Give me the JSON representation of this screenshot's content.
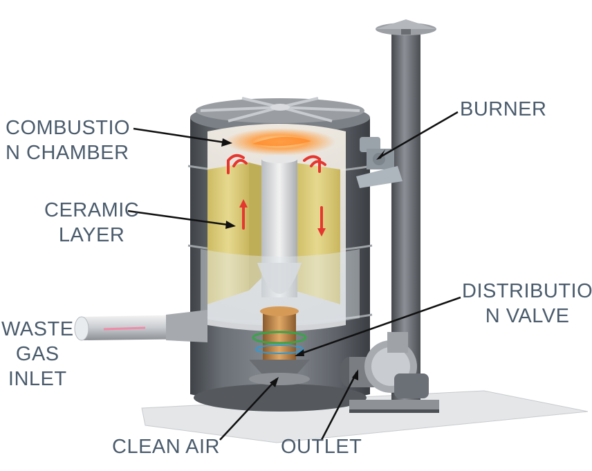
{
  "labels": {
    "combustion_chamber": [
      "COMBUSTIO",
      "N CHAMBER"
    ],
    "ceramic_layer": [
      "CERAMIC",
      "LAYER"
    ],
    "waste_gas_inlet": [
      "WASTE",
      "GAS",
      "INLET"
    ],
    "burner": [
      "BURNER"
    ],
    "distribution_valve": [
      "DISTRIBUTIO",
      "N VALVE"
    ],
    "clean_air": [
      "CLEAN AIR"
    ],
    "outlet": [
      "OUTLET"
    ]
  },
  "colors": {
    "label_text": "#4a5b6c",
    "leader_line": "#111111",
    "vessel_shell": "#5f6369",
    "ceramic": "#d9c978",
    "flow_arrow": "#e5362f",
    "valve": "#c98a4a"
  }
}
